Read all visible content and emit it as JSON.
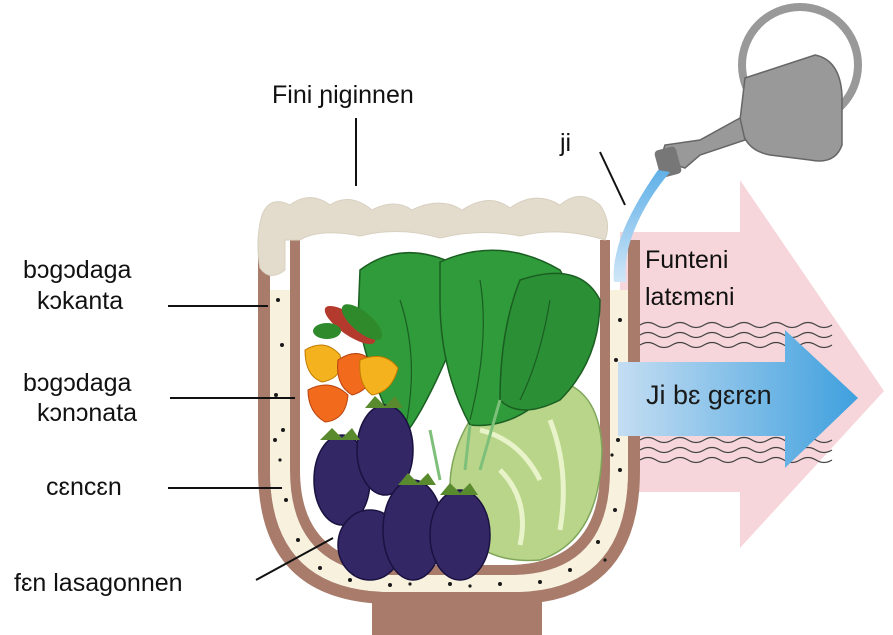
{
  "labels": {
    "top_cover": "Fini ɲiginnen",
    "water": "ji",
    "outer_pot_line1": "bɔgɔdaga",
    "outer_pot_line2": "kɔkanta",
    "inner_pot_line1": "bɔgɔdaga",
    "inner_pot_line2": "kɔnɔnata",
    "sand": "cɛncɛn",
    "vegetables": "fɛn lasagonnen",
    "evaporation_line1": "Funteni",
    "evaporation_line2": "latɛmɛni",
    "arrow_text": "Ji bɛ gɛrɛn"
  },
  "colors": {
    "pot": "#a87b6a",
    "sand": "#f7f1de",
    "cloth": "#e3dccd",
    "water_stream": "#8cc4ec",
    "pink_arrow": "#f6d6da",
    "blue_arrow_start": "#b9d8f1",
    "blue_arrow_end": "#4aa6e0",
    "watering_can": "#999999",
    "spinach": "#2f9b3a",
    "lettuce": "#b8d58a",
    "eggplant": "#332766"
  },
  "icons": [
    "watering-can-icon",
    "water-stream-icon"
  ]
}
